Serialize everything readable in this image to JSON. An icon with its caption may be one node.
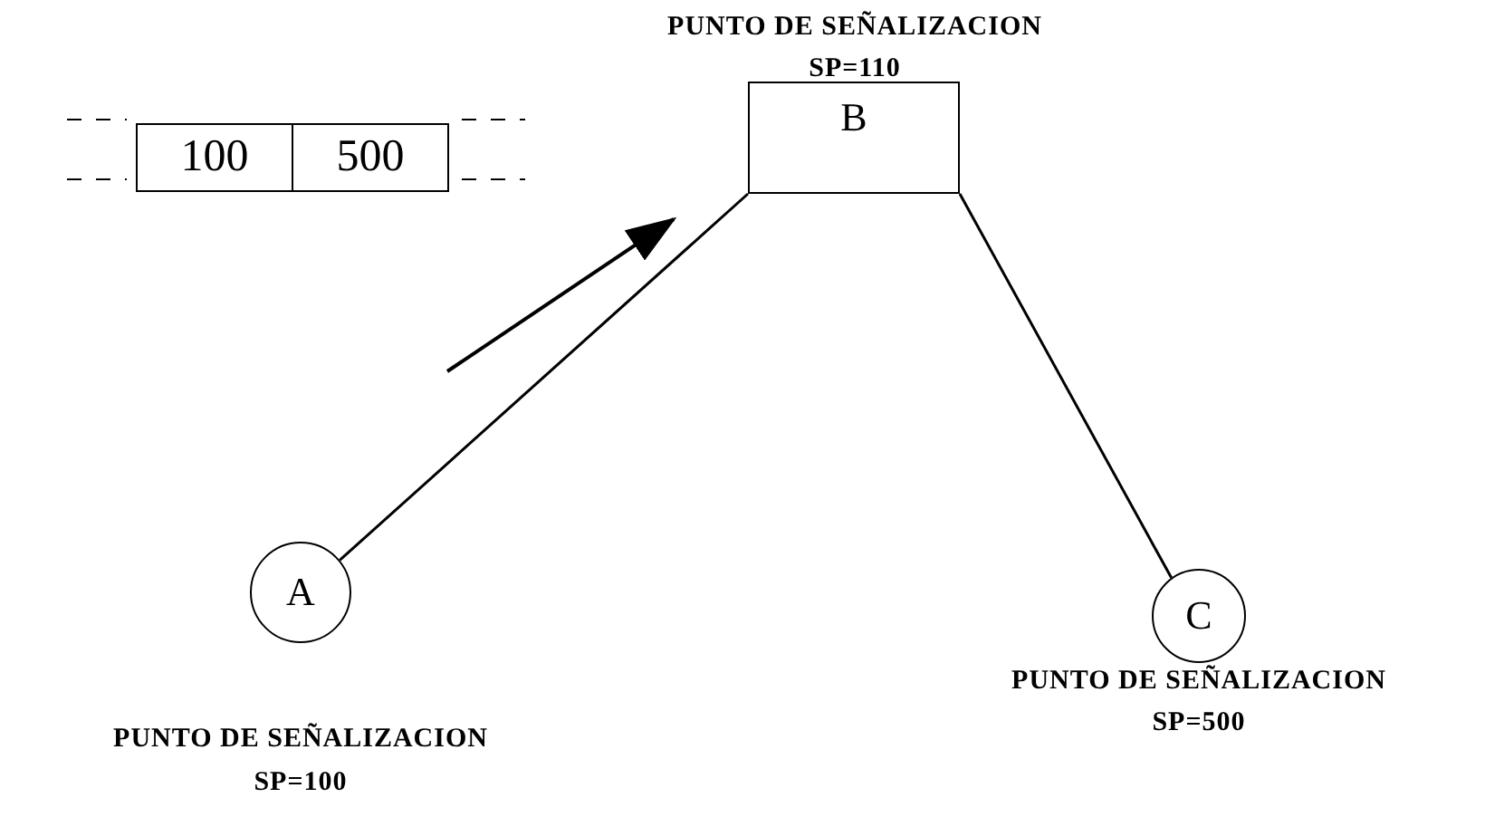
{
  "diagram": {
    "nodes": [
      {
        "text": [
          "B"
        ],
        "beside": [
          "PUNTO DE SEÑALIZACION",
          "SP=110"
        ]
      },
      {
        "text": [
          "A"
        ],
        "beside": [
          "PUNTO DE SEÑALIZACION",
          "SP=100"
        ]
      },
      {
        "text": [
          "C"
        ],
        "beside": [
          "PUNTO DE SEÑALIZACION",
          "SP=500"
        ]
      }
    ],
    "edges": [
      {
        "from": 1,
        "to": 0,
        "arrow": "none"
      },
      {
        "from": 0,
        "to": 2,
        "arrow": "none"
      }
    ],
    "labels": [
      "100",
      "500"
    ]
  }
}
